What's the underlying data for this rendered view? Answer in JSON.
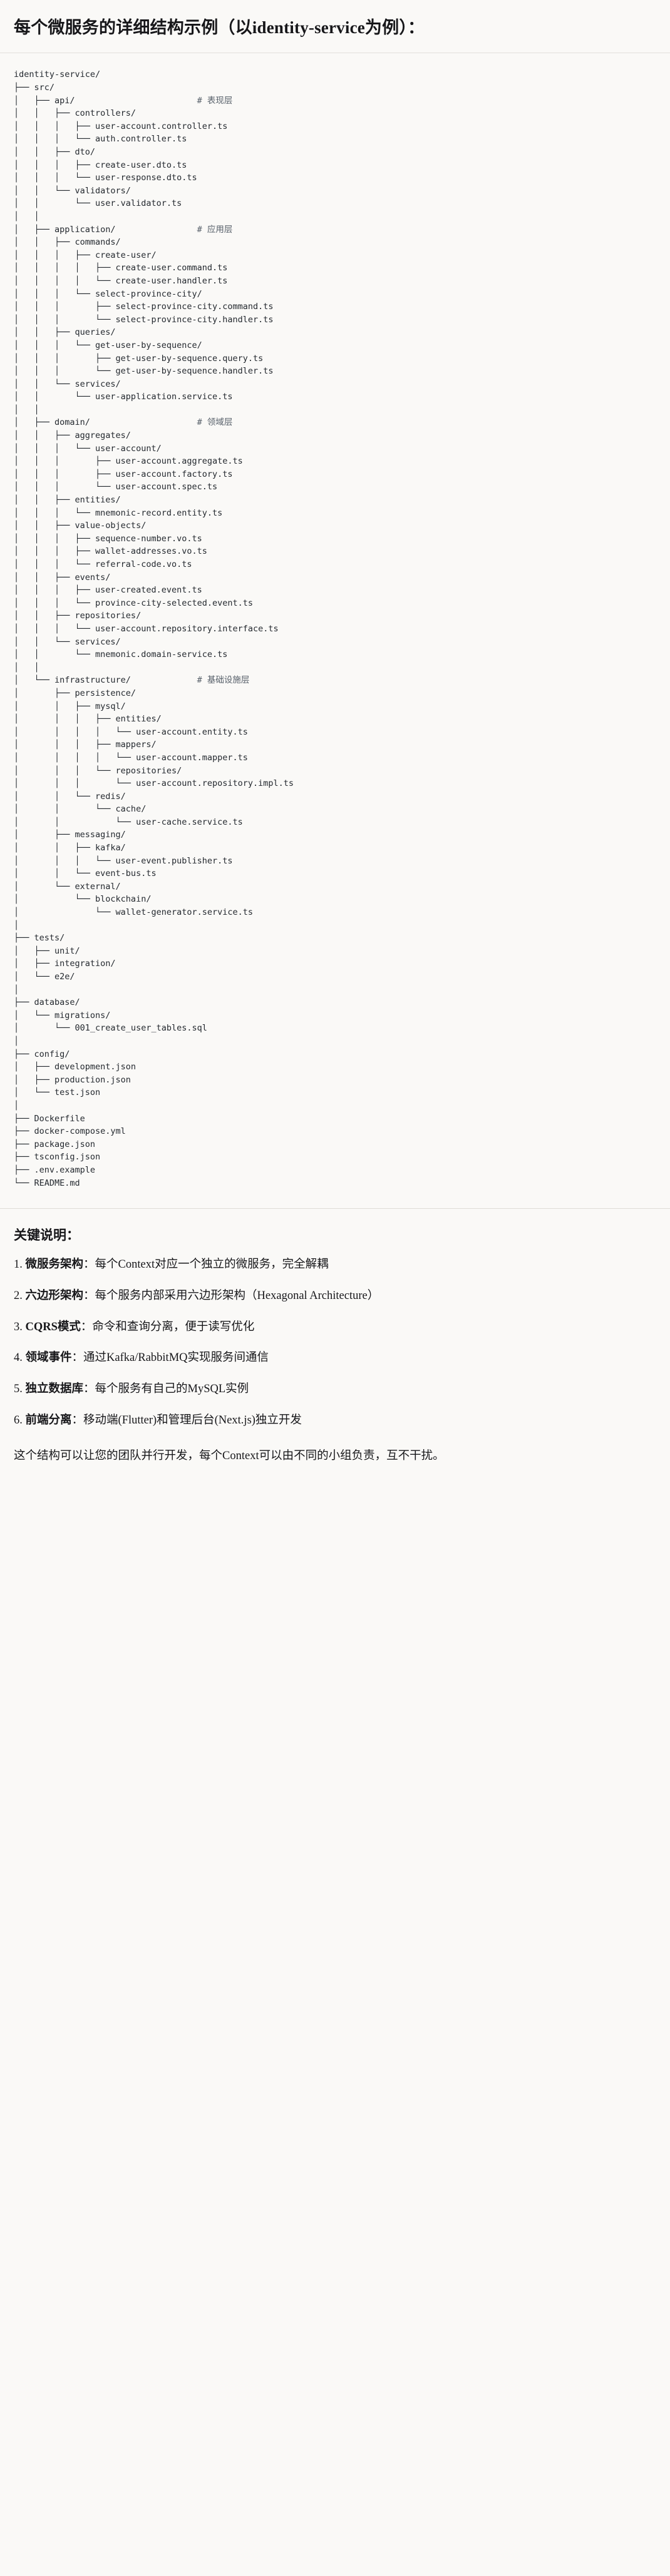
{
  "heading": "每个微服务的详细结构示例（以identity-service为例）：",
  "tree": {
    "root": "identity-service/",
    "lines": [
      {
        "prefix": "",
        "name": "identity-service/",
        "comment": ""
      },
      {
        "prefix": "├── ",
        "name": "src/",
        "comment": ""
      },
      {
        "prefix": "│   ├── ",
        "name": "api/",
        "comment": "# 表现层"
      },
      {
        "prefix": "│   │   ├── ",
        "name": "controllers/",
        "comment": ""
      },
      {
        "prefix": "│   │   │   ├── ",
        "name": "user-account.controller.ts",
        "comment": ""
      },
      {
        "prefix": "│   │   │   └── ",
        "name": "auth.controller.ts",
        "comment": ""
      },
      {
        "prefix": "│   │   ├── ",
        "name": "dto/",
        "comment": ""
      },
      {
        "prefix": "│   │   │   ├── ",
        "name": "create-user.dto.ts",
        "comment": ""
      },
      {
        "prefix": "│   │   │   └── ",
        "name": "user-response.dto.ts",
        "comment": ""
      },
      {
        "prefix": "│   │   └── ",
        "name": "validators/",
        "comment": ""
      },
      {
        "prefix": "│   │       └── ",
        "name": "user.validator.ts",
        "comment": ""
      },
      {
        "prefix": "│   │",
        "name": "",
        "comment": ""
      },
      {
        "prefix": "│   ├── ",
        "name": "application/",
        "comment": "# 应用层"
      },
      {
        "prefix": "│   │   ├── ",
        "name": "commands/",
        "comment": ""
      },
      {
        "prefix": "│   │   │   ├── ",
        "name": "create-user/",
        "comment": ""
      },
      {
        "prefix": "│   │   │   │   ├── ",
        "name": "create-user.command.ts",
        "comment": ""
      },
      {
        "prefix": "│   │   │   │   └── ",
        "name": "create-user.handler.ts",
        "comment": ""
      },
      {
        "prefix": "│   │   │   └── ",
        "name": "select-province-city/",
        "comment": ""
      },
      {
        "prefix": "│   │   │       ├── ",
        "name": "select-province-city.command.ts",
        "comment": ""
      },
      {
        "prefix": "│   │   │       └── ",
        "name": "select-province-city.handler.ts",
        "comment": ""
      },
      {
        "prefix": "│   │   ├── ",
        "name": "queries/",
        "comment": ""
      },
      {
        "prefix": "│   │   │   └── ",
        "name": "get-user-by-sequence/",
        "comment": ""
      },
      {
        "prefix": "│   │   │       ├── ",
        "name": "get-user-by-sequence.query.ts",
        "comment": ""
      },
      {
        "prefix": "│   │   │       └── ",
        "name": "get-user-by-sequence.handler.ts",
        "comment": ""
      },
      {
        "prefix": "│   │   └── ",
        "name": "services/",
        "comment": ""
      },
      {
        "prefix": "│   │       └── ",
        "name": "user-application.service.ts",
        "comment": ""
      },
      {
        "prefix": "│   │",
        "name": "",
        "comment": ""
      },
      {
        "prefix": "│   ├── ",
        "name": "domain/",
        "comment": "# 领域层"
      },
      {
        "prefix": "│   │   ├── ",
        "name": "aggregates/",
        "comment": ""
      },
      {
        "prefix": "│   │   │   └── ",
        "name": "user-account/",
        "comment": ""
      },
      {
        "prefix": "│   │   │       ├── ",
        "name": "user-account.aggregate.ts",
        "comment": ""
      },
      {
        "prefix": "│   │   │       ├── ",
        "name": "user-account.factory.ts",
        "comment": ""
      },
      {
        "prefix": "│   │   │       └── ",
        "name": "user-account.spec.ts",
        "comment": ""
      },
      {
        "prefix": "│   │   ├── ",
        "name": "entities/",
        "comment": ""
      },
      {
        "prefix": "│   │   │   └── ",
        "name": "mnemonic-record.entity.ts",
        "comment": ""
      },
      {
        "prefix": "│   │   ├── ",
        "name": "value-objects/",
        "comment": ""
      },
      {
        "prefix": "│   │   │   ├── ",
        "name": "sequence-number.vo.ts",
        "comment": ""
      },
      {
        "prefix": "│   │   │   ├── ",
        "name": "wallet-addresses.vo.ts",
        "comment": ""
      },
      {
        "prefix": "│   │   │   └── ",
        "name": "referral-code.vo.ts",
        "comment": ""
      },
      {
        "prefix": "│   │   ├── ",
        "name": "events/",
        "comment": ""
      },
      {
        "prefix": "│   │   │   ├── ",
        "name": "user-created.event.ts",
        "comment": ""
      },
      {
        "prefix": "│   │   │   └── ",
        "name": "province-city-selected.event.ts",
        "comment": ""
      },
      {
        "prefix": "│   │   ├── ",
        "name": "repositories/",
        "comment": ""
      },
      {
        "prefix": "│   │   │   └── ",
        "name": "user-account.repository.interface.ts",
        "comment": ""
      },
      {
        "prefix": "│   │   └── ",
        "name": "services/",
        "comment": ""
      },
      {
        "prefix": "│   │       └── ",
        "name": "mnemonic.domain-service.ts",
        "comment": ""
      },
      {
        "prefix": "│   │",
        "name": "",
        "comment": ""
      },
      {
        "prefix": "│   └── ",
        "name": "infrastructure/",
        "comment": "# 基础设施层"
      },
      {
        "prefix": "│       ├── ",
        "name": "persistence/",
        "comment": ""
      },
      {
        "prefix": "│       │   ├── ",
        "name": "mysql/",
        "comment": ""
      },
      {
        "prefix": "│       │   │   ├── ",
        "name": "entities/",
        "comment": ""
      },
      {
        "prefix": "│       │   │   │   └── ",
        "name": "user-account.entity.ts",
        "comment": ""
      },
      {
        "prefix": "│       │   │   ├── ",
        "name": "mappers/",
        "comment": ""
      },
      {
        "prefix": "│       │   │   │   └── ",
        "name": "user-account.mapper.ts",
        "comment": ""
      },
      {
        "prefix": "│       │   │   └── ",
        "name": "repositories/",
        "comment": ""
      },
      {
        "prefix": "│       │   │       └── ",
        "name": "user-account.repository.impl.ts",
        "comment": ""
      },
      {
        "prefix": "│       │   └── ",
        "name": "redis/",
        "comment": ""
      },
      {
        "prefix": "│       │       └── ",
        "name": "cache/",
        "comment": ""
      },
      {
        "prefix": "│       │           └── ",
        "name": "user-cache.service.ts",
        "comment": ""
      },
      {
        "prefix": "│       ├── ",
        "name": "messaging/",
        "comment": ""
      },
      {
        "prefix": "│       │   ├── ",
        "name": "kafka/",
        "comment": ""
      },
      {
        "prefix": "│       │   │   └── ",
        "name": "user-event.publisher.ts",
        "comment": ""
      },
      {
        "prefix": "│       │   └── ",
        "name": "event-bus.ts",
        "comment": ""
      },
      {
        "prefix": "│       └── ",
        "name": "external/",
        "comment": ""
      },
      {
        "prefix": "│           └── ",
        "name": "blockchain/",
        "comment": ""
      },
      {
        "prefix": "│               └── ",
        "name": "wallet-generator.service.ts",
        "comment": ""
      },
      {
        "prefix": "│",
        "name": "",
        "comment": ""
      },
      {
        "prefix": "├── ",
        "name": "tests/",
        "comment": ""
      },
      {
        "prefix": "│   ├── ",
        "name": "unit/",
        "comment": ""
      },
      {
        "prefix": "│   ├── ",
        "name": "integration/",
        "comment": ""
      },
      {
        "prefix": "│   └── ",
        "name": "e2e/",
        "comment": ""
      },
      {
        "prefix": "│",
        "name": "",
        "comment": ""
      },
      {
        "prefix": "├── ",
        "name": "database/",
        "comment": ""
      },
      {
        "prefix": "│   └── ",
        "name": "migrations/",
        "comment": ""
      },
      {
        "prefix": "│       └── ",
        "name": "001_create_user_tables.sql",
        "comment": ""
      },
      {
        "prefix": "│",
        "name": "",
        "comment": ""
      },
      {
        "prefix": "├── ",
        "name": "config/",
        "comment": ""
      },
      {
        "prefix": "│   ├── ",
        "name": "development.json",
        "comment": ""
      },
      {
        "prefix": "│   ├── ",
        "name": "production.json",
        "comment": ""
      },
      {
        "prefix": "│   └── ",
        "name": "test.json",
        "comment": ""
      },
      {
        "prefix": "│",
        "name": "",
        "comment": ""
      },
      {
        "prefix": "├── ",
        "name": "Dockerfile",
        "comment": ""
      },
      {
        "prefix": "├── ",
        "name": "docker-compose.yml",
        "comment": ""
      },
      {
        "prefix": "├── ",
        "name": "package.json",
        "comment": ""
      },
      {
        "prefix": "├── ",
        "name": "tsconfig.json",
        "comment": ""
      },
      {
        "prefix": "├── ",
        "name": ".env.example",
        "comment": ""
      },
      {
        "prefix": "└── ",
        "name": "README.md",
        "comment": ""
      }
    ],
    "comment_column": 36
  },
  "notes": {
    "title": "关键说明：",
    "items": [
      {
        "term": "微服务架构",
        "sep": "：",
        "text": "每个Context对应一个独立的微服务，完全解耦"
      },
      {
        "term": "六边形架构",
        "sep": "：",
        "text": "每个服务内部采用六边形架构（Hexagonal Architecture）"
      },
      {
        "term": "CQRS模式",
        "sep": "：",
        "text": "命令和查询分离，便于读写优化"
      },
      {
        "term": "领域事件",
        "sep": "：",
        "text": "通过Kafka/RabbitMQ实现服务间通信"
      },
      {
        "term": "独立数据库",
        "sep": "：",
        "text": "每个服务有自己的MySQL实例"
      },
      {
        "term": "前端分离",
        "sep": "：",
        "text": "移动端(Flutter)和管理后台(Next.js)独立开发"
      }
    ],
    "closing": "这个结构可以让您的团队并行开发，每个Context可以由不同的小组负责，互不干扰。"
  },
  "colors": {
    "page_bg": "#faf9f7",
    "text": "#17171a",
    "code_text": "#24292f",
    "comment_text": "#57606a",
    "divider": "#dedbd6"
  }
}
